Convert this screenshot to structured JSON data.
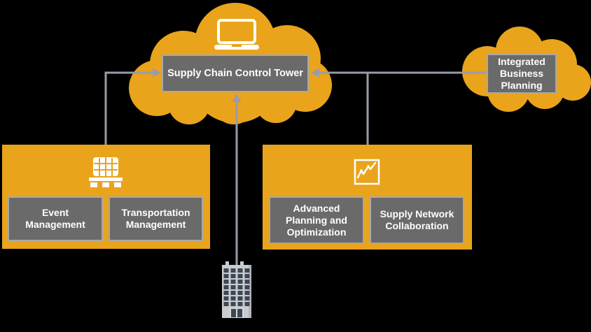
{
  "diagram": {
    "nodes": {
      "control_tower": {
        "label": "Supply Chain Control Tower"
      },
      "integrated_business_planning": {
        "label": "Integrated Business Planning"
      },
      "event_management": {
        "label": "Event Management"
      },
      "transportation_management": {
        "label": "Transportation Management"
      },
      "advanced_planning_and_optimization": {
        "label": "Advanced Planning and Optimization"
      },
      "supply_network_collaboration": {
        "label": "Supply Network Collaboration"
      }
    },
    "icons": {
      "main_cloud": "laptop-icon",
      "left_group": "pallet-icon",
      "right_group": "line-chart-icon",
      "bottom": "building-icon"
    },
    "connections": [
      {
        "from": "left_group",
        "to": "control_tower",
        "arrowhead": "into control tower left edge"
      },
      {
        "from": "integrated_business_planning",
        "to": "control_tower",
        "arrowhead": "into control tower right edge"
      },
      {
        "from": "integrated_business_planning",
        "to": "right_group",
        "arrowhead": "none"
      },
      {
        "from": "building",
        "to": "control_tower",
        "arrowhead": "into control tower bottom edge"
      }
    ],
    "colors": {
      "cloud_orange": "#E9A41C",
      "block_orange": "#E9A41C",
      "node_fill": "#6A6A6A",
      "node_border": "#A8A8A8",
      "connector": "#9A9AAB",
      "label_text": "#FFFFFF",
      "building_body": "#C9CBCE",
      "building_window": "#3D4854",
      "background": "#000000"
    }
  }
}
